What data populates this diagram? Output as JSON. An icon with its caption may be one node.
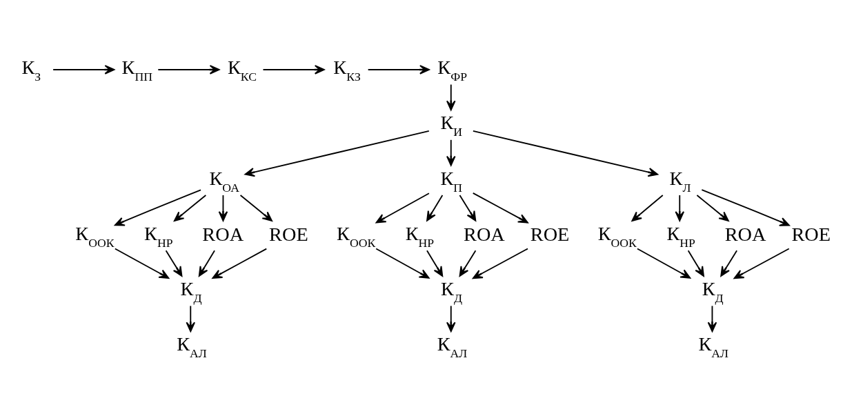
{
  "diagram": {
    "nodes": [
      {
        "text": [
          "К$_{З}$"
        ]
      },
      {
        "text": [
          "К$_{ПП}$"
        ]
      },
      {
        "text": [
          "К$_{КС}$"
        ]
      },
      {
        "text": [
          "К$_{КЗ}$"
        ]
      },
      {
        "text": [
          "К$_{ФР}$"
        ]
      },
      {
        "text": [
          "К$_{И}$"
        ]
      },
      {
        "text": [
          "К$_{ОА}$"
        ]
      },
      {
        "text": [
          "К$_{П}$"
        ]
      },
      {
        "text": [
          "К$_{Л}$"
        ]
      },
      {
        "text": [
          "К$_{ООК}$"
        ]
      },
      {
        "text": [
          "К$_{НР}$"
        ]
      },
      {
        "text": [
          "ROA"
        ]
      },
      {
        "text": [
          "ROE"
        ]
      },
      {
        "text": [
          "К$_{Д}$"
        ]
      },
      {
        "text": [
          "К$_{АЛ}$"
        ]
      },
      {
        "text": [
          "К$_{ООК}$"
        ]
      },
      {
        "text": [
          "К$_{НР}$"
        ]
      },
      {
        "text": [
          "ROA"
        ]
      },
      {
        "text": [
          "ROE"
        ]
      },
      {
        "text": [
          "К$_{Д}$"
        ]
      },
      {
        "text": [
          "К$_{АЛ}$"
        ]
      },
      {
        "text": [
          "К$_{ООК}$"
        ]
      },
      {
        "text": [
          "К$_{НР}$"
        ]
      },
      {
        "text": [
          "ROA"
        ]
      },
      {
        "text": [
          "ROE"
        ]
      },
      {
        "text": [
          "К$_{Д}$"
        ]
      },
      {
        "text": [
          "К$_{АЛ}$"
        ]
      }
    ],
    "edges": [
      {
        "from": 0,
        "to": 1,
        "arrow": "to"
      },
      {
        "from": 1,
        "to": 2,
        "arrow": "to"
      },
      {
        "from": 2,
        "to": 3,
        "arrow": "to"
      },
      {
        "from": 3,
        "to": 4,
        "arrow": "to"
      },
      {
        "from": 4,
        "to": 5,
        "arrow": "to"
      },
      {
        "from": 5,
        "to": 6,
        "arrow": "to"
      },
      {
        "from": 5,
        "to": 7,
        "arrow": "to"
      },
      {
        "from": 5,
        "to": 8,
        "arrow": "to"
      },
      {
        "from": 6,
        "to": 9,
        "arrow": "to"
      },
      {
        "from": 6,
        "to": 10,
        "arrow": "to"
      },
      {
        "from": 6,
        "to": 11,
        "arrow": "to"
      },
      {
        "from": 6,
        "to": 12,
        "arrow": "to"
      },
      {
        "from": 9,
        "to": 13,
        "arrow": "to"
      },
      {
        "from": 10,
        "to": 13,
        "arrow": "to"
      },
      {
        "from": 11,
        "to": 13,
        "arrow": "to"
      },
      {
        "from": 12,
        "to": 13,
        "arrow": "to"
      },
      {
        "from": 13,
        "to": 14,
        "arrow": "to"
      },
      {
        "from": 7,
        "to": 15,
        "arrow": "to"
      },
      {
        "from": 7,
        "to": 16,
        "arrow": "to"
      },
      {
        "from": 7,
        "to": 17,
        "arrow": "to"
      },
      {
        "from": 7,
        "to": 18,
        "arrow": "to"
      },
      {
        "from": 15,
        "to": 19,
        "arrow": "to"
      },
      {
        "from": 16,
        "to": 19,
        "arrow": "to"
      },
      {
        "from": 17,
        "to": 19,
        "arrow": "to"
      },
      {
        "from": 18,
        "to": 19,
        "arrow": "to"
      },
      {
        "from": 19,
        "to": 20,
        "arrow": "to"
      },
      {
        "from": 8,
        "to": 21,
        "arrow": "to"
      },
      {
        "from": 8,
        "to": 22,
        "arrow": "to"
      },
      {
        "from": 8,
        "to": 23,
        "arrow": "to"
      },
      {
        "from": 8,
        "to": 24,
        "arrow": "to"
      },
      {
        "from": 21,
        "to": 25,
        "arrow": "to"
      },
      {
        "from": 22,
        "to": 25,
        "arrow": "to"
      },
      {
        "from": 23,
        "to": 25,
        "arrow": "to"
      },
      {
        "from": 24,
        "to": 25,
        "arrow": "to"
      },
      {
        "from": 25,
        "to": 26,
        "arrow": "to"
      }
    ]
  }
}
